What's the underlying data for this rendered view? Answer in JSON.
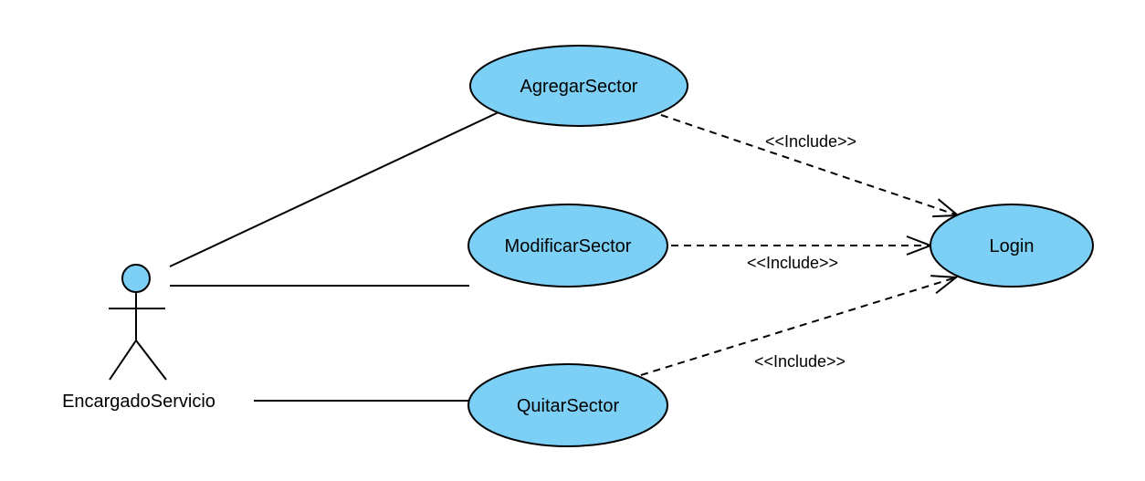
{
  "colors": {
    "use_case_fill": "#7dd0f5",
    "stroke": "#000000",
    "background": "#ffffff"
  },
  "actor": {
    "name": "EncargadoServicio"
  },
  "use_cases": {
    "agregar": "AgregarSector",
    "modificar": "ModificarSector",
    "quitar": "QuitarSector",
    "login": "Login"
  },
  "relationships": {
    "include_1": "<<Include>>",
    "include_2": "<<Include>>",
    "include_3": "<<Include>>"
  }
}
